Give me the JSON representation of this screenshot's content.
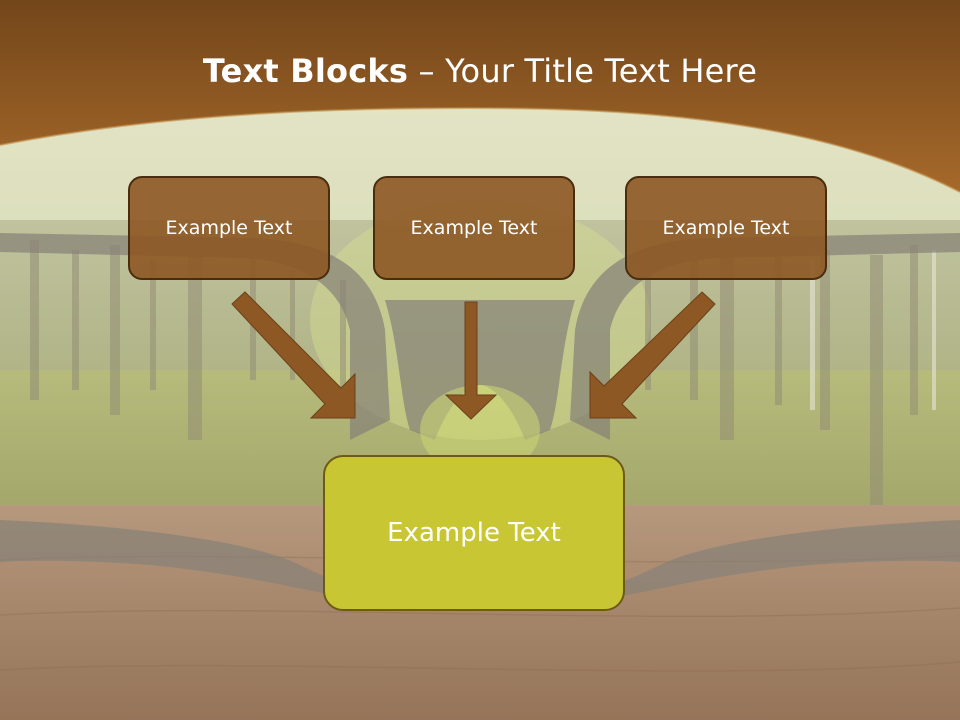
{
  "slide": {
    "title_bold": "Text Blocks",
    "title_dash": " – ",
    "title_rest": "Your Title Text Here"
  },
  "blocks": [
    {
      "label": "Example Text"
    },
    {
      "label": "Example Text"
    },
    {
      "label": "Example Text"
    }
  ],
  "target": {
    "label": "Example Text"
  },
  "colors": {
    "header": "#8a5a22",
    "block_fill": "#8d5824",
    "block_border": "#4a2d0e",
    "target_fill": "#c9c634",
    "arrow_fill": "#8d5824"
  }
}
